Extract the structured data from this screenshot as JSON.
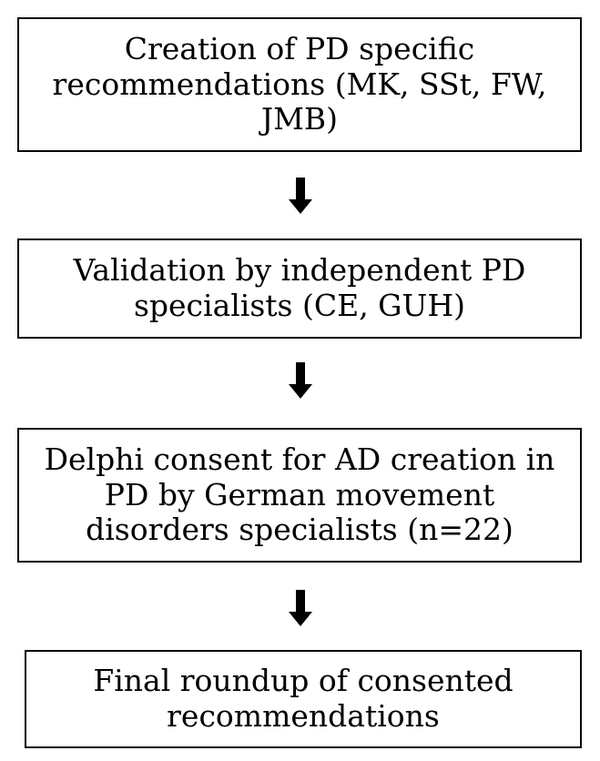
{
  "flowchart": {
    "steps": [
      {
        "lines": [
          "Creation of PD specific",
          "recommendations (MK, SSt, FW,",
          "JMB)"
        ]
      },
      {
        "lines": [
          "Validation by independent PD",
          "specialists (CE, GUH)"
        ]
      },
      {
        "lines": [
          "Delphi consent for AD creation in",
          "PD by German movement",
          "disorders specialists (n=22)"
        ]
      },
      {
        "lines": [
          "Final roundup of consented",
          "recommendations"
        ]
      }
    ],
    "arrow_icon": "down-arrow-icon",
    "colors": {
      "border": "#000000",
      "text": "#000000",
      "arrow": "#000000",
      "background": "#ffffff"
    }
  }
}
